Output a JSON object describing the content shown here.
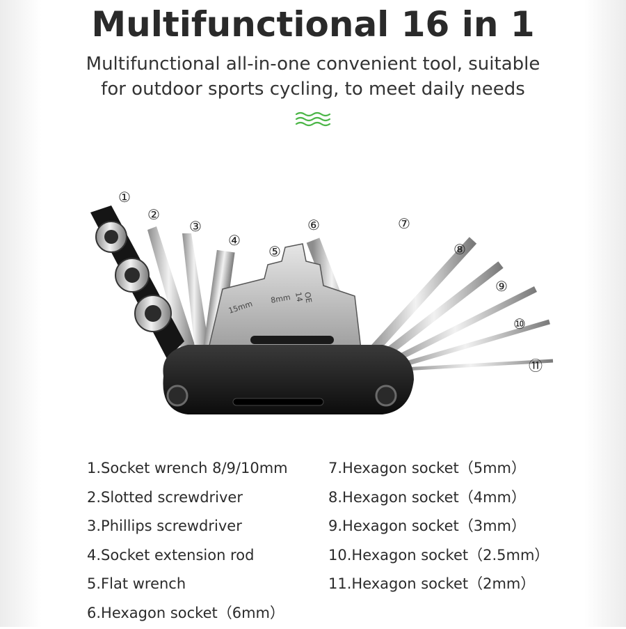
{
  "header": {
    "title": "Multifunctional 16 in 1",
    "subtitle_line1": "Multifunctional all-in-one convenient tool, suitable",
    "subtitle_line2": "for outdoor sports cycling, to meet daily needs"
  },
  "colors": {
    "accent_green": "#4cb648",
    "tool_body": "#1a1a1a",
    "metal": "#c9c9c9"
  },
  "illustration": {
    "icon": "bicycle-multi-tool-icon",
    "callouts": [
      "①",
      "②",
      "③",
      "④",
      "⑤",
      "⑥",
      "⑦",
      "⑧",
      "⑨",
      "⑩",
      "⑪"
    ],
    "engravings": [
      "15mm",
      "8mm",
      "14",
      "OE"
    ]
  },
  "parts_left": [
    "1.Socket wrench 8/9/10mm",
    "2.Slotted screwdriver",
    "3.Phillips screwdriver",
    "4.Socket extension rod",
    "5.Flat wrench",
    "6.Hexagon socket（6mm）"
  ],
  "parts_right": [
    "7.Hexagon socket（5mm）",
    "8.Hexagon socket（4mm）",
    "9.Hexagon socket（3mm）",
    "10.Hexagon socket（2.5mm）",
    "11.Hexagon socket（2mm）"
  ]
}
